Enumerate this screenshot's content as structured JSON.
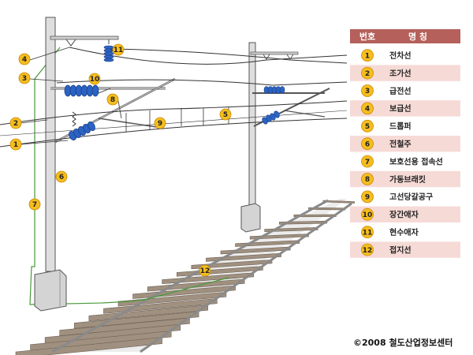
{
  "legend": {
    "header_no": "번호",
    "header_name": "명 칭",
    "items": [
      {
        "no": "1",
        "name": "전차선"
      },
      {
        "no": "2",
        "name": "조가선"
      },
      {
        "no": "3",
        "name": "급전선"
      },
      {
        "no": "4",
        "name": "보급선"
      },
      {
        "no": "5",
        "name": "드롭퍼"
      },
      {
        "no": "6",
        "name": "전철주"
      },
      {
        "no": "7",
        "name": "보호선용 접속선"
      },
      {
        "no": "8",
        "name": "가동브래킷"
      },
      {
        "no": "9",
        "name": "고선당갈공구"
      },
      {
        "no": "10",
        "name": "장간애자"
      },
      {
        "no": "11",
        "name": "현수애자"
      },
      {
        "no": "12",
        "name": "접지선"
      }
    ]
  },
  "callouts": [
    "4",
    "3",
    "11",
    "10",
    "8",
    "2",
    "9",
    "5",
    "1",
    "6",
    "7",
    "12"
  ],
  "copyright": "©2008 철도산업정보센터",
  "colors": {
    "header_bg": "#b5605a",
    "stripe_bg": "#f6dad6",
    "badge": "#f5bd1f",
    "badge_stroke": "#c98a00",
    "insulator": "#2b63c4",
    "ground_wire": "#4a9a3a",
    "pole": "#d8d8d8",
    "rail": "#9a9a9a",
    "sleeper": "#a09080"
  }
}
